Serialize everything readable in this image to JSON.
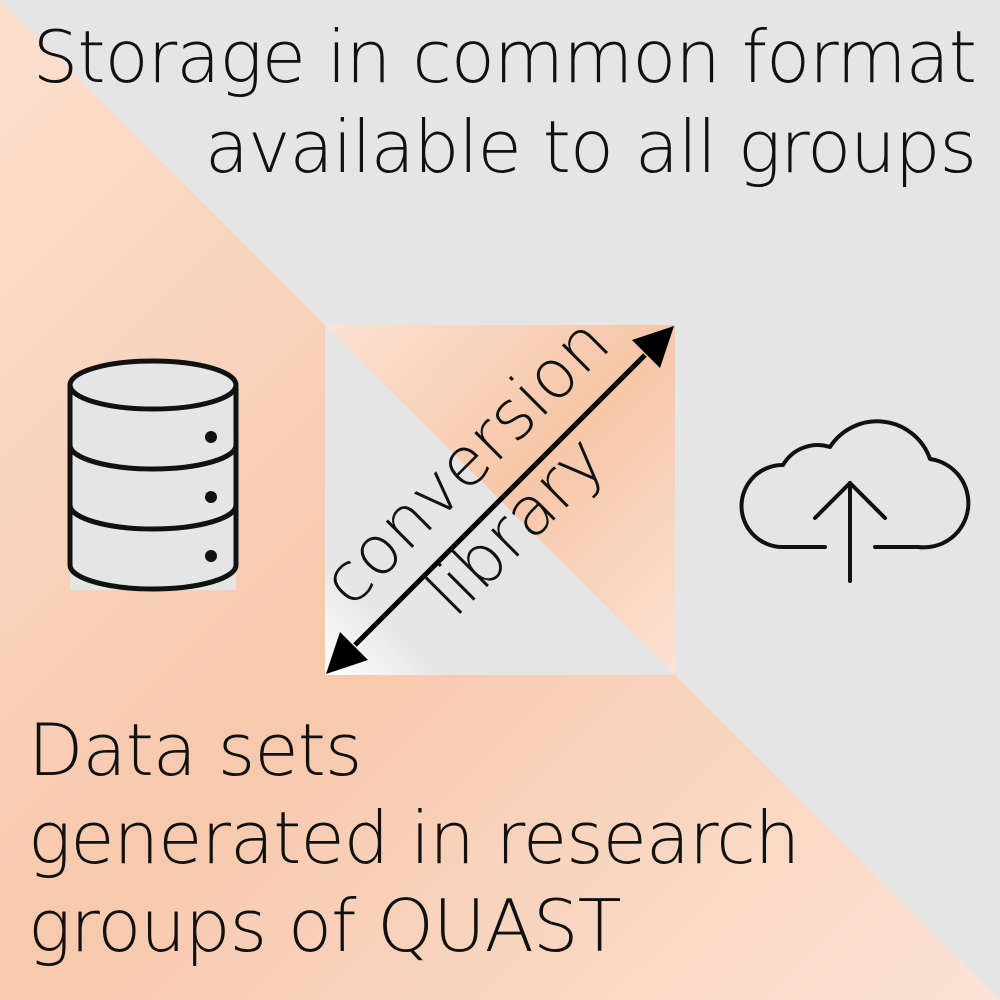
{
  "top_text": {
    "line1": "Storage in common format",
    "line2": "available to all groups"
  },
  "bottom_text": {
    "line1": "Data sets",
    "line2": "generated in research",
    "line3": "groups of QUAST"
  },
  "center": {
    "label1": "conversion",
    "label2": "library"
  },
  "icons": {
    "left": "database-icon",
    "center": "double-arrow-icon",
    "right": "cloud-upload-icon"
  },
  "colors": {
    "grey": "#e5e5e5",
    "peach": "#f6c7aa",
    "peach_light": "#fbe2d3",
    "ink": "#111111"
  }
}
